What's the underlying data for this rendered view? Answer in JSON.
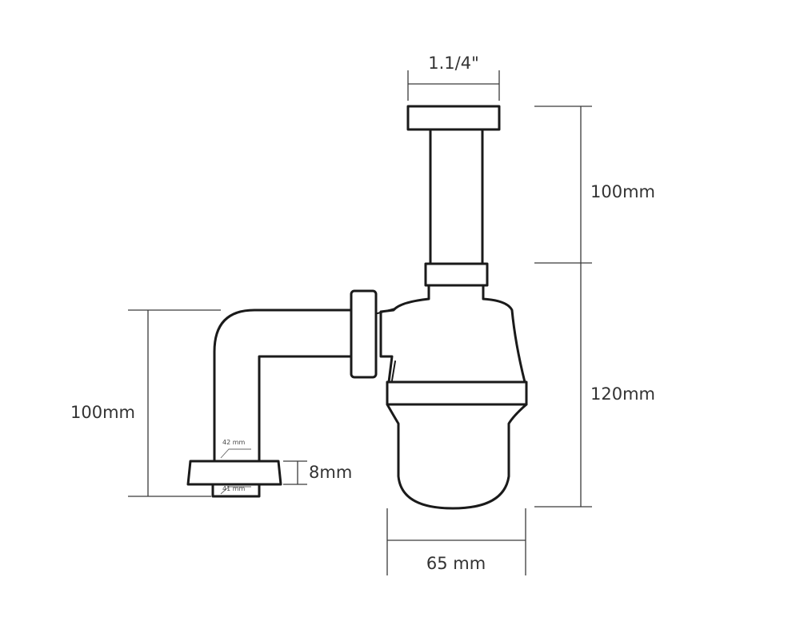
{
  "dimensions": {
    "inlet_diameter": "1.1/4\"",
    "tail_length": "100mm",
    "trap_height": "120mm",
    "outlet_height": "100mm",
    "nut_height": "8mm",
    "bottle_width": "65 mm",
    "outer_diameter": "42 mm",
    "inner_diameter": "41 mm"
  },
  "colors": {
    "stroke": "#1a1a1a",
    "dimension_line": "#3a3a3a",
    "label": "#333333"
  }
}
